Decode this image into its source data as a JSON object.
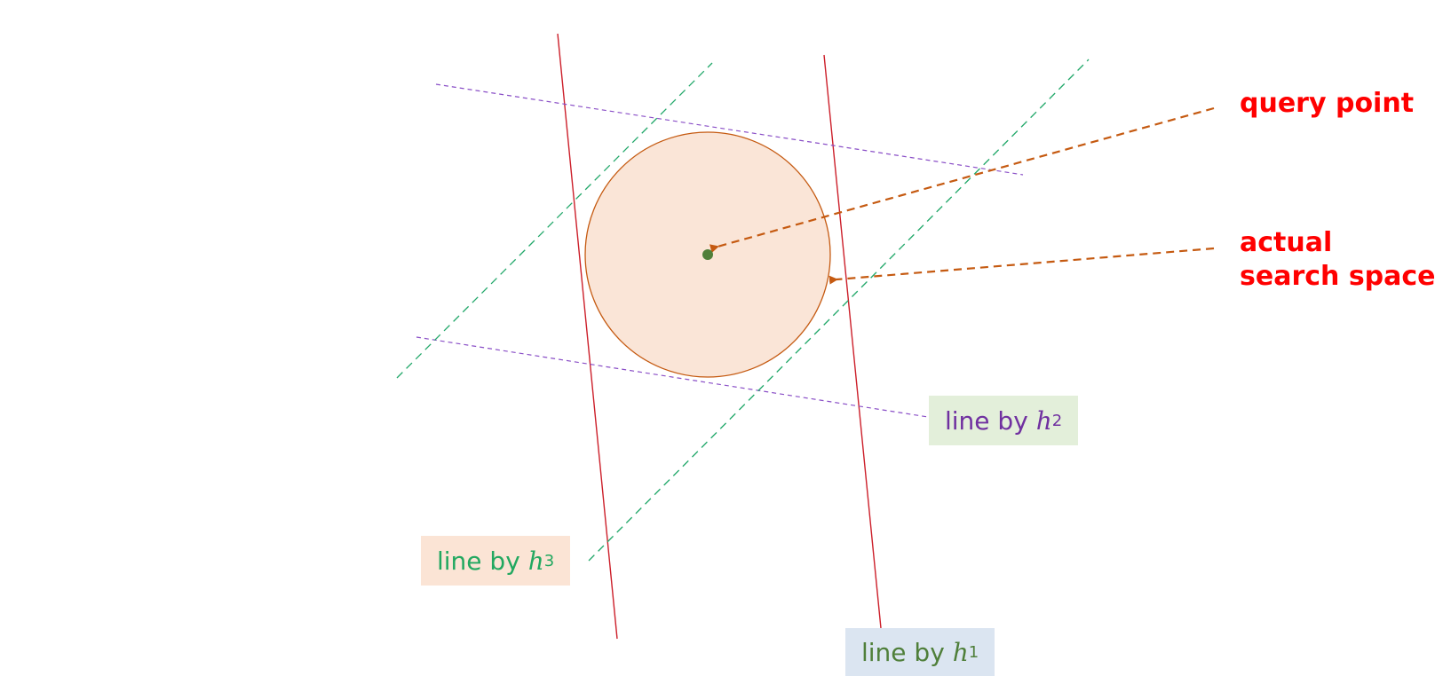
{
  "callouts": {
    "query_point": "query point",
    "actual_line1": "actual",
    "actual_line2": "search space"
  },
  "labels": {
    "h1": {
      "prefix": "line by ",
      "var": "h",
      "sub": "1"
    },
    "h2": {
      "prefix": "line by ",
      "var": "h",
      "sub": "2"
    },
    "h3": {
      "prefix": "line by ",
      "var": "h",
      "sub": "3"
    }
  },
  "colors": {
    "h1_line": "#cc1f2a",
    "h2_line": "#8a4fc7",
    "h3_line": "#22a86a",
    "circle_fill": "#fae5d7",
    "circle_stroke": "#c55a11",
    "arrow": "#c55a11",
    "point": "#4f7f3a",
    "callout_text": "#ff0000",
    "h1_text": "#4f7f3a",
    "h2_text": "#7030a0",
    "h3_text": "#22a860",
    "h1_box": "#dbe5f1",
    "h2_box": "#e3efda",
    "h3_box": "#fbe4d5"
  }
}
